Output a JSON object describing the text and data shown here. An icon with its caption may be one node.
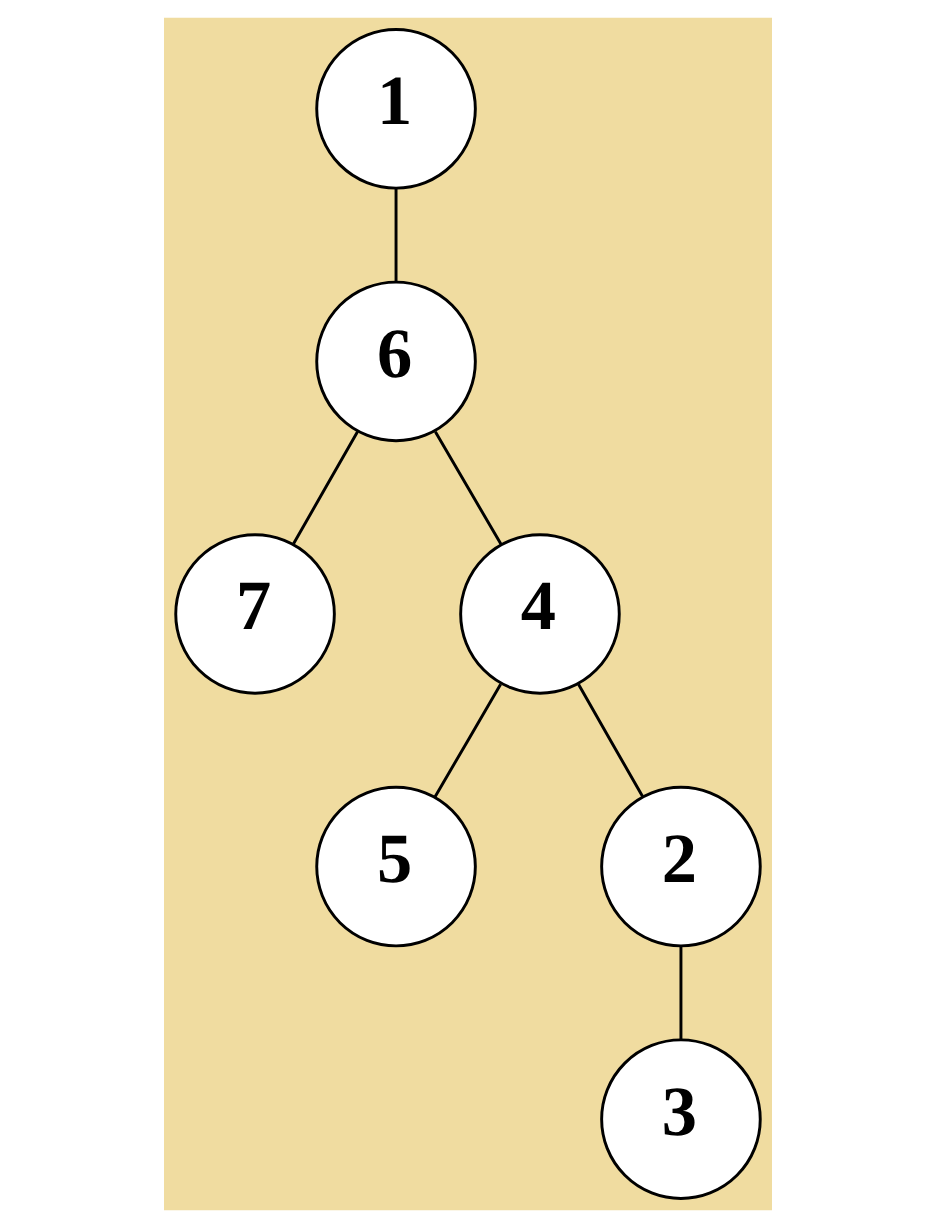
{
  "diagram": {
    "nodes": [
      {
        "text": [
          "1"
        ]
      },
      {
        "text": [
          "6"
        ]
      },
      {
        "text": [
          "7"
        ]
      },
      {
        "text": [
          "4"
        ]
      },
      {
        "text": [
          "5"
        ]
      },
      {
        "text": [
          "2"
        ]
      },
      {
        "text": [
          "3"
        ]
      }
    ],
    "edges": [
      {
        "from": 0,
        "to": 1,
        "arrow": "none"
      },
      {
        "from": 1,
        "to": 3,
        "arrow": "none"
      },
      {
        "from": 1,
        "to": 2,
        "arrow": "none"
      },
      {
        "from": 3,
        "to": 5,
        "arrow": "none"
      },
      {
        "from": 3,
        "to": 4,
        "arrow": "none"
      },
      {
        "from": 5,
        "to": 6,
        "arrow": "none"
      }
    ]
  }
}
